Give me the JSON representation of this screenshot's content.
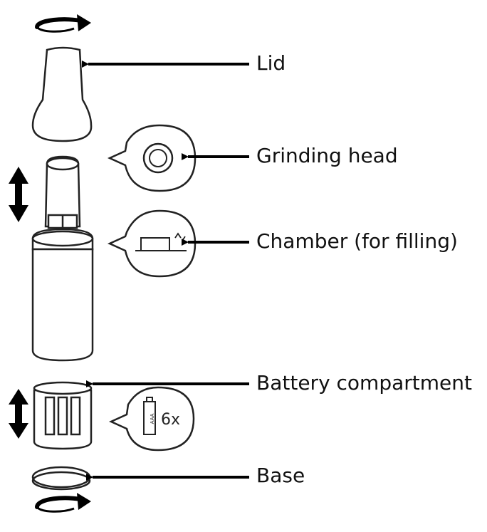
{
  "labels": {
    "lid": "Lid",
    "grinding_head": "Grinding head",
    "chamber": "Chamber (for filling)",
    "battery_compartment": "Battery compartment",
    "base": "Base"
  },
  "battery_callout": {
    "count": "6x",
    "battery_text": "AAA"
  },
  "colors": {
    "line": "#222222",
    "arrow": "#000000",
    "background": "#ffffff"
  },
  "icons": {
    "top_rotate": "rotate-arrow-icon",
    "bottom_rotate": "rotate-arrow-icon",
    "move_upper": "up-down-arrow-icon",
    "move_lower": "up-down-arrow-icon"
  }
}
